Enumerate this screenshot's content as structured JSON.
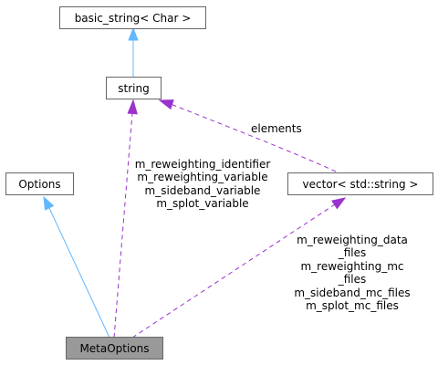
{
  "nodes": {
    "basic_string": {
      "label": "basic_string< Char >"
    },
    "string": {
      "label": "string"
    },
    "options": {
      "label": "Options"
    },
    "vector": {
      "label": "vector< std::string >"
    },
    "meta_options": {
      "label": "MetaOptions"
    }
  },
  "edges": {
    "elements": {
      "label": "elements"
    },
    "string_to_meta": {
      "labels": [
        "m_reweighting_identifier",
        "m_reweighting_variable",
        "m_sideband_variable",
        "m_splot_variable"
      ]
    },
    "vector_to_meta": {
      "labels": [
        "m_reweighting_data",
        "_files",
        "m_reweighting_mc",
        "_files",
        "m_sideband_mc_files",
        "m_splot_mc_files"
      ]
    }
  },
  "colors": {
    "inheritance": "#63b8ff",
    "usage": "#9a32cd",
    "node_border": "#666666",
    "selected_fill": "#999999"
  }
}
